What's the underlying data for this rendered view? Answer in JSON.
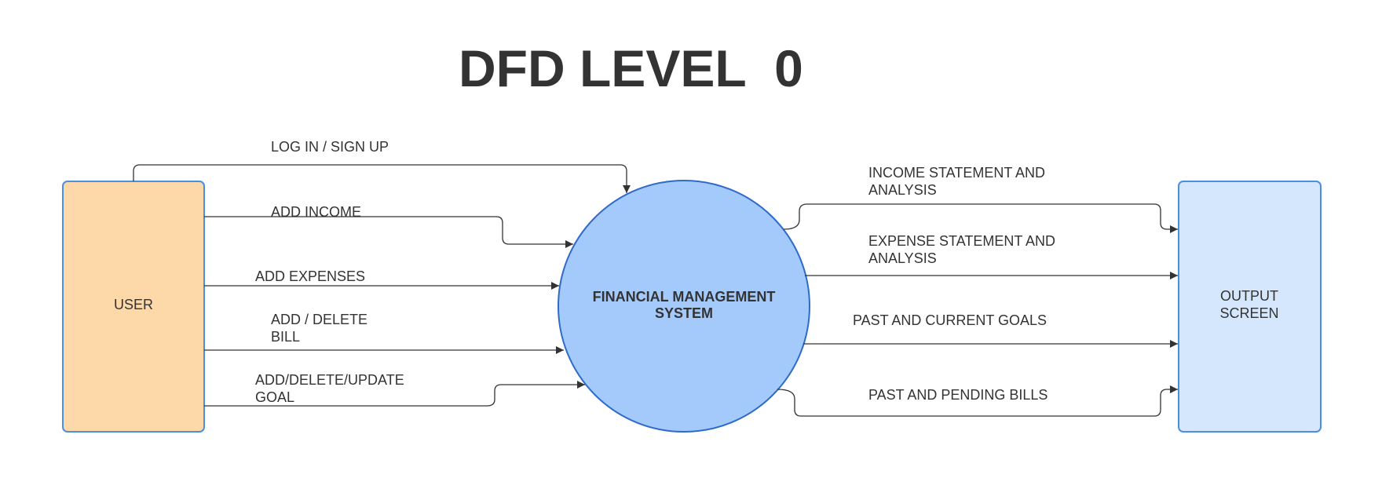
{
  "title": "DFD LEVEL  0",
  "colors": {
    "user_fill": "#FDD8A8",
    "user_stroke": "#4A90E2",
    "system_fill": "#A4CAFB",
    "system_stroke": "#2E6BC9",
    "output_fill": "#D5E7FD",
    "output_stroke": "#4A90E2",
    "line": "#333333"
  },
  "entities": {
    "user": {
      "label": "USER"
    },
    "system": {
      "label_line1": "FINANCIAL MANAGEMENT",
      "label_line2": "SYSTEM"
    },
    "output": {
      "label_line1": "OUTPUT",
      "label_line2": "SCREEN"
    }
  },
  "flows": {
    "login": "LOG IN / SIGN UP",
    "add_income": "ADD INCOME",
    "add_expenses": "ADD EXPENSES",
    "add_delete_bill_1": "ADD / DELETE",
    "add_delete_bill_2": "BILL",
    "goal_1": "ADD/DELETE/UPDATE",
    "goal_2": "GOAL",
    "income_statement_1": "INCOME STATEMENT AND",
    "income_statement_2": "ANALYSIS",
    "expense_statement_1": "EXPENSE STATEMENT AND",
    "expense_statement_2": "ANALYSIS",
    "goals": "PAST AND CURRENT GOALS",
    "bills": "PAST AND PENDING BILLS"
  }
}
